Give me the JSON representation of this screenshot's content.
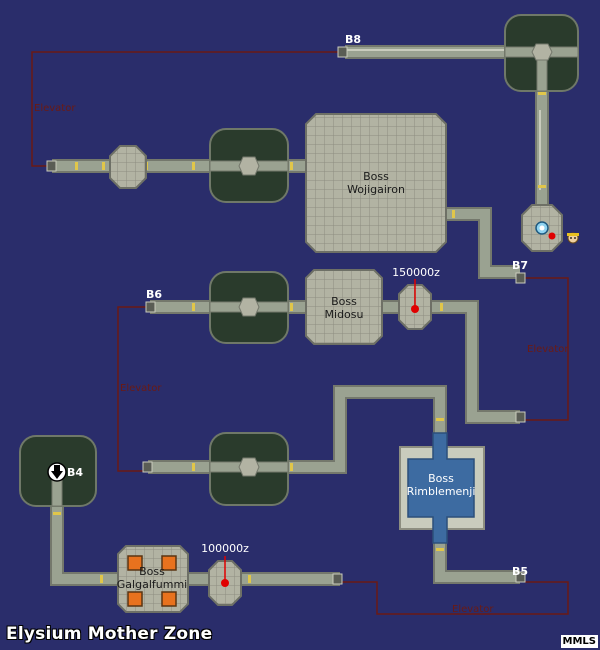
{
  "map": {
    "zone_title": "Elysium Mother Zone",
    "credit": "MMLS",
    "floors": {
      "b4": "B4",
      "b5": "B5",
      "b6": "B6",
      "b7": "B7",
      "b8": "B8"
    },
    "elevator_label": "Elevator",
    "bosses": {
      "wojigairon": [
        "Boss",
        "Wojigairon"
      ],
      "midosu": [
        "Boss",
        "Midosu"
      ],
      "rimblemenji": [
        "Boss",
        "Rimblemenji"
      ],
      "galgalfummi": [
        "Boss",
        "Galgalfummi"
      ]
    },
    "rewards": {
      "upper": "150000z",
      "lower": "100000z"
    },
    "icons": {
      "down_arrow": "down-arrow-icon",
      "player_marker": "player-marker-icon",
      "reward_marker": "red-pin-icon",
      "mascot": "servbot-icon"
    },
    "colors": {
      "background": "#2a2d6b",
      "corridor": "#9aa291",
      "room_stone": "#b2b3a3",
      "grass": "#2a3b2c",
      "water": "#3d6ba1",
      "elevator_line": "#6b1a14",
      "reward_pin": "#e00000"
    }
  }
}
